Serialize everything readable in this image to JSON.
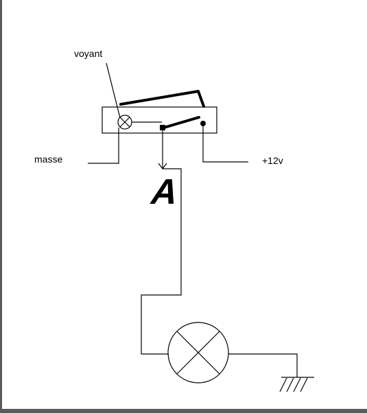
{
  "labels": {
    "voyant": "voyant",
    "masse": "masse",
    "plus12v": "+12v",
    "point_a": "A"
  },
  "colors": {
    "background": "#ffffff",
    "line": "#000000",
    "edge": "#5a5a5a"
  }
}
